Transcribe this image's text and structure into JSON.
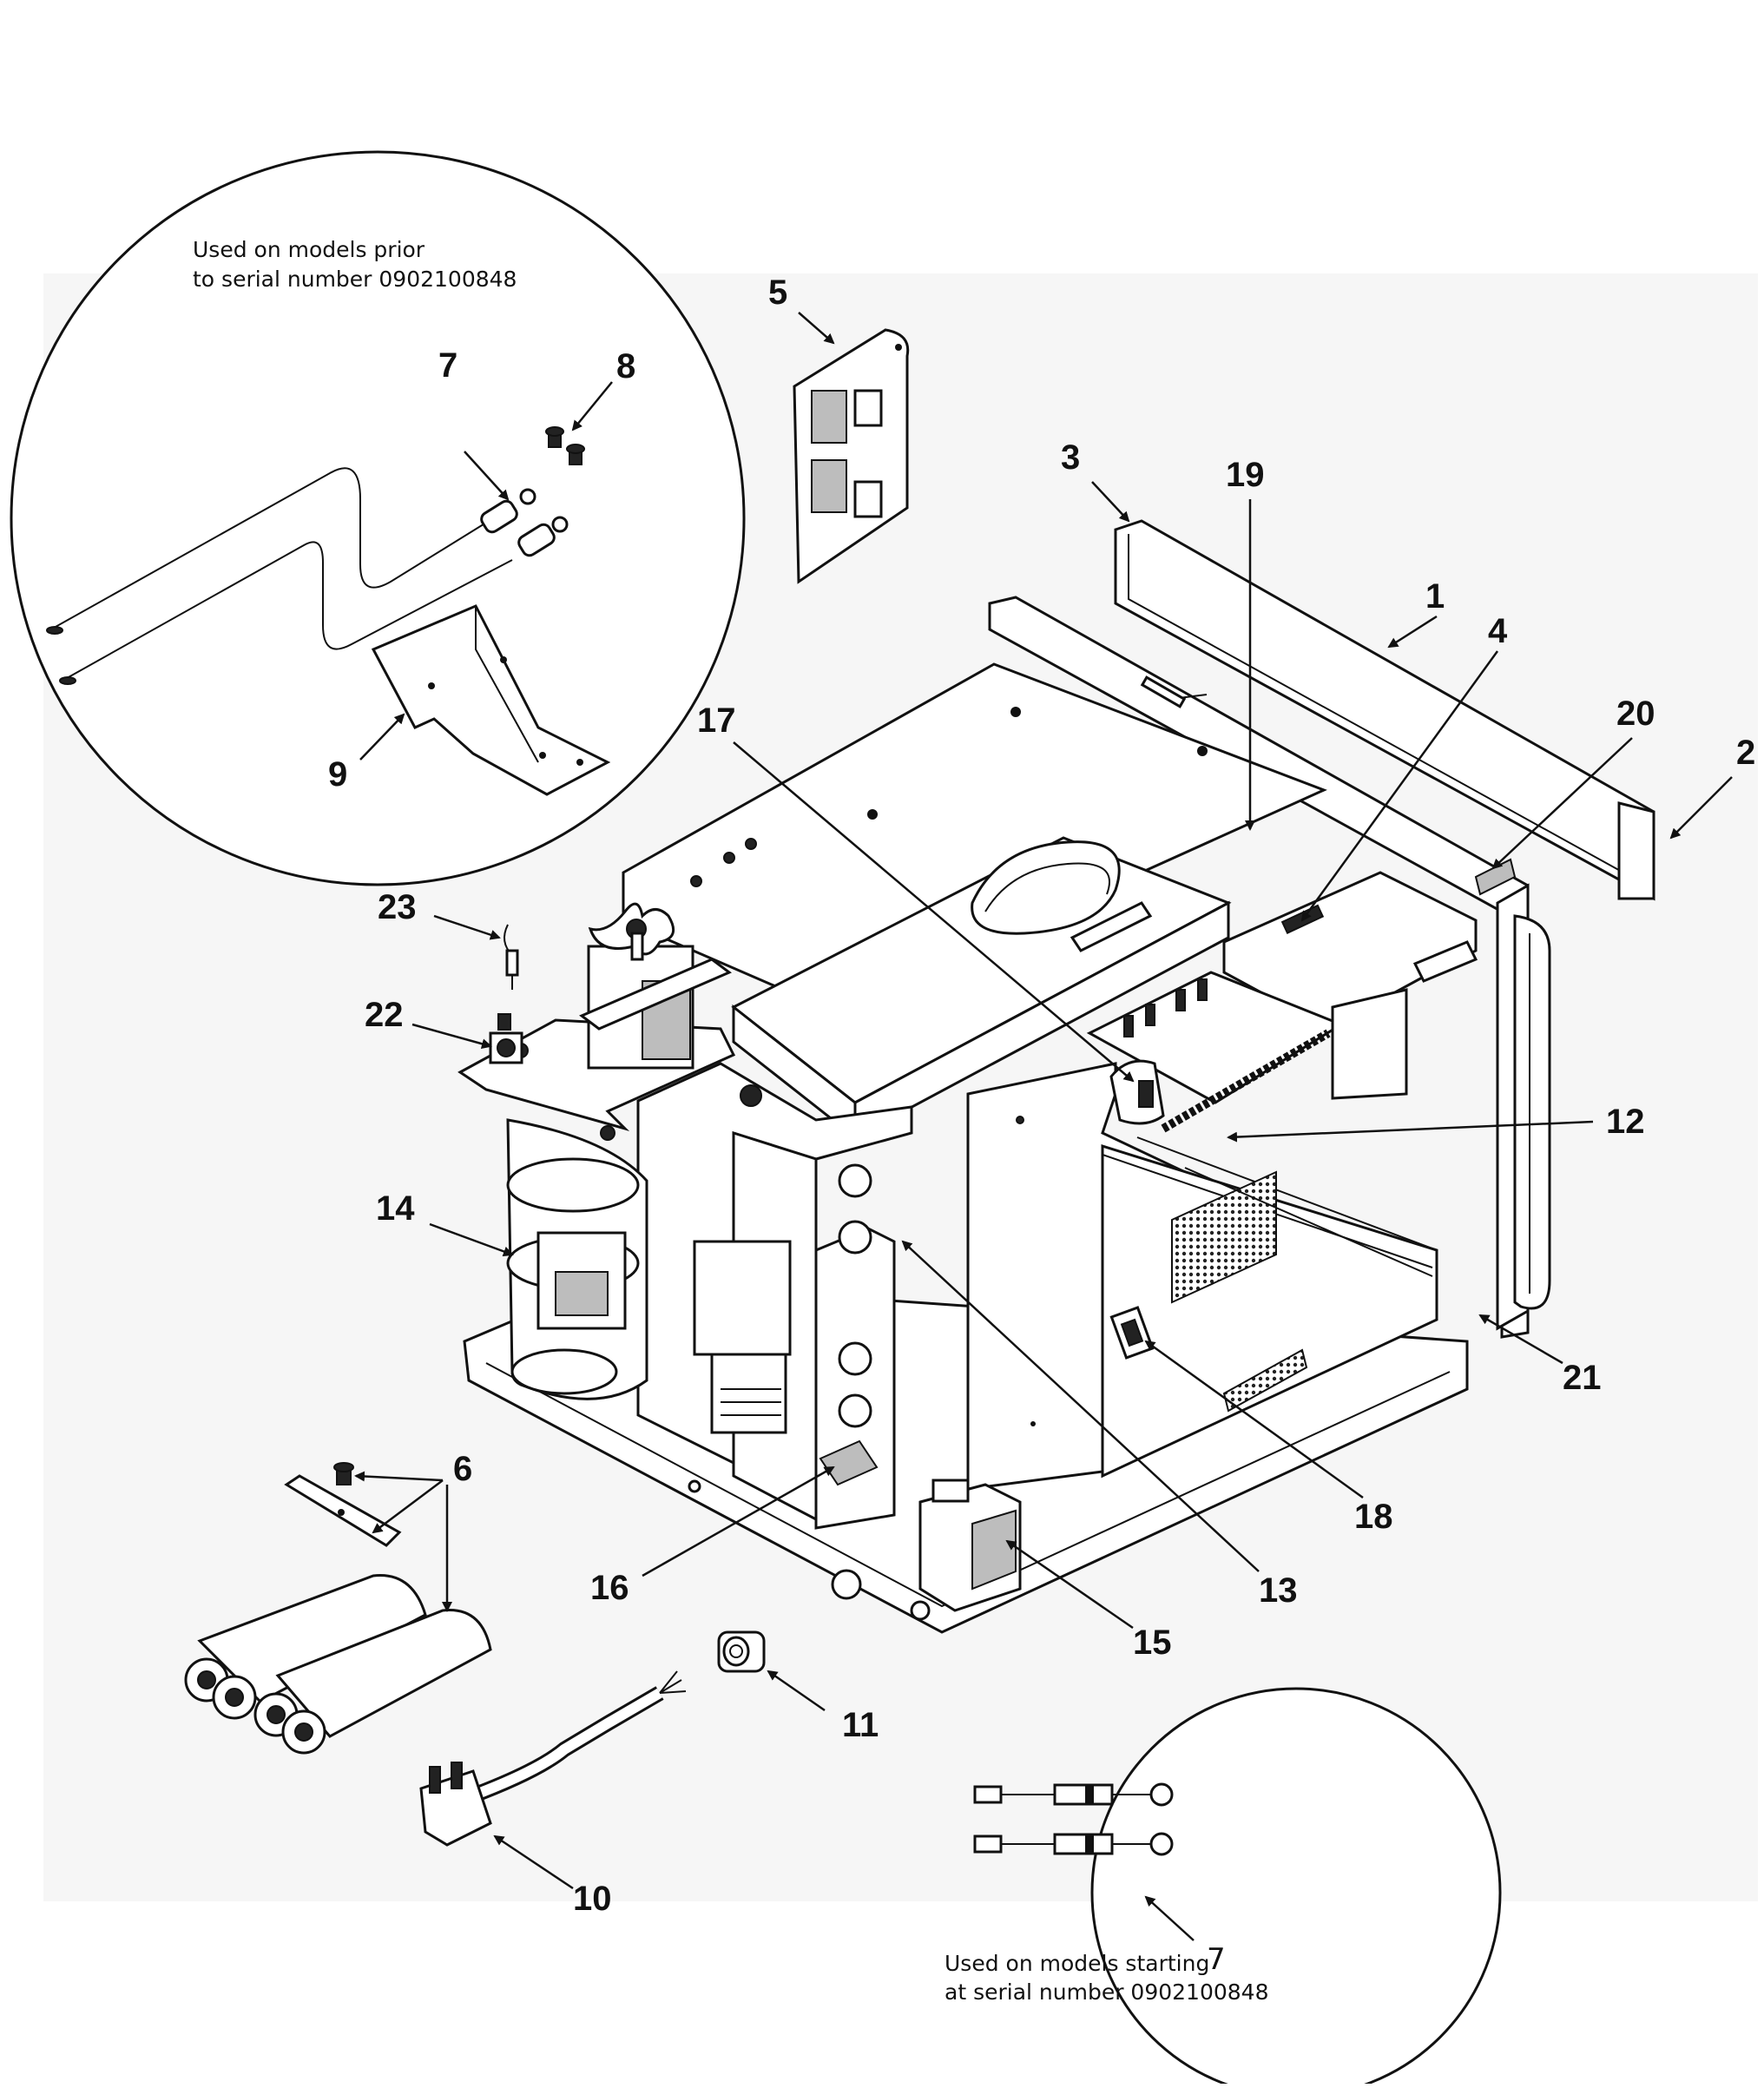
{
  "inset_top": {
    "note_line1": "Used on models prior",
    "note_line2": "to serial number 0902100848",
    "labels": [
      "7",
      "8",
      "9"
    ]
  },
  "inset_bottom": {
    "note_line1": "Used on models starting",
    "note_line2": "at serial number 0902100848",
    "labels": [
      "7"
    ]
  },
  "callouts": [
    "1",
    "2",
    "3",
    "4",
    "5",
    "6",
    "10",
    "11",
    "12",
    "13",
    "14",
    "15",
    "16",
    "17",
    "18",
    "19",
    "20",
    "21",
    "22",
    "23"
  ]
}
